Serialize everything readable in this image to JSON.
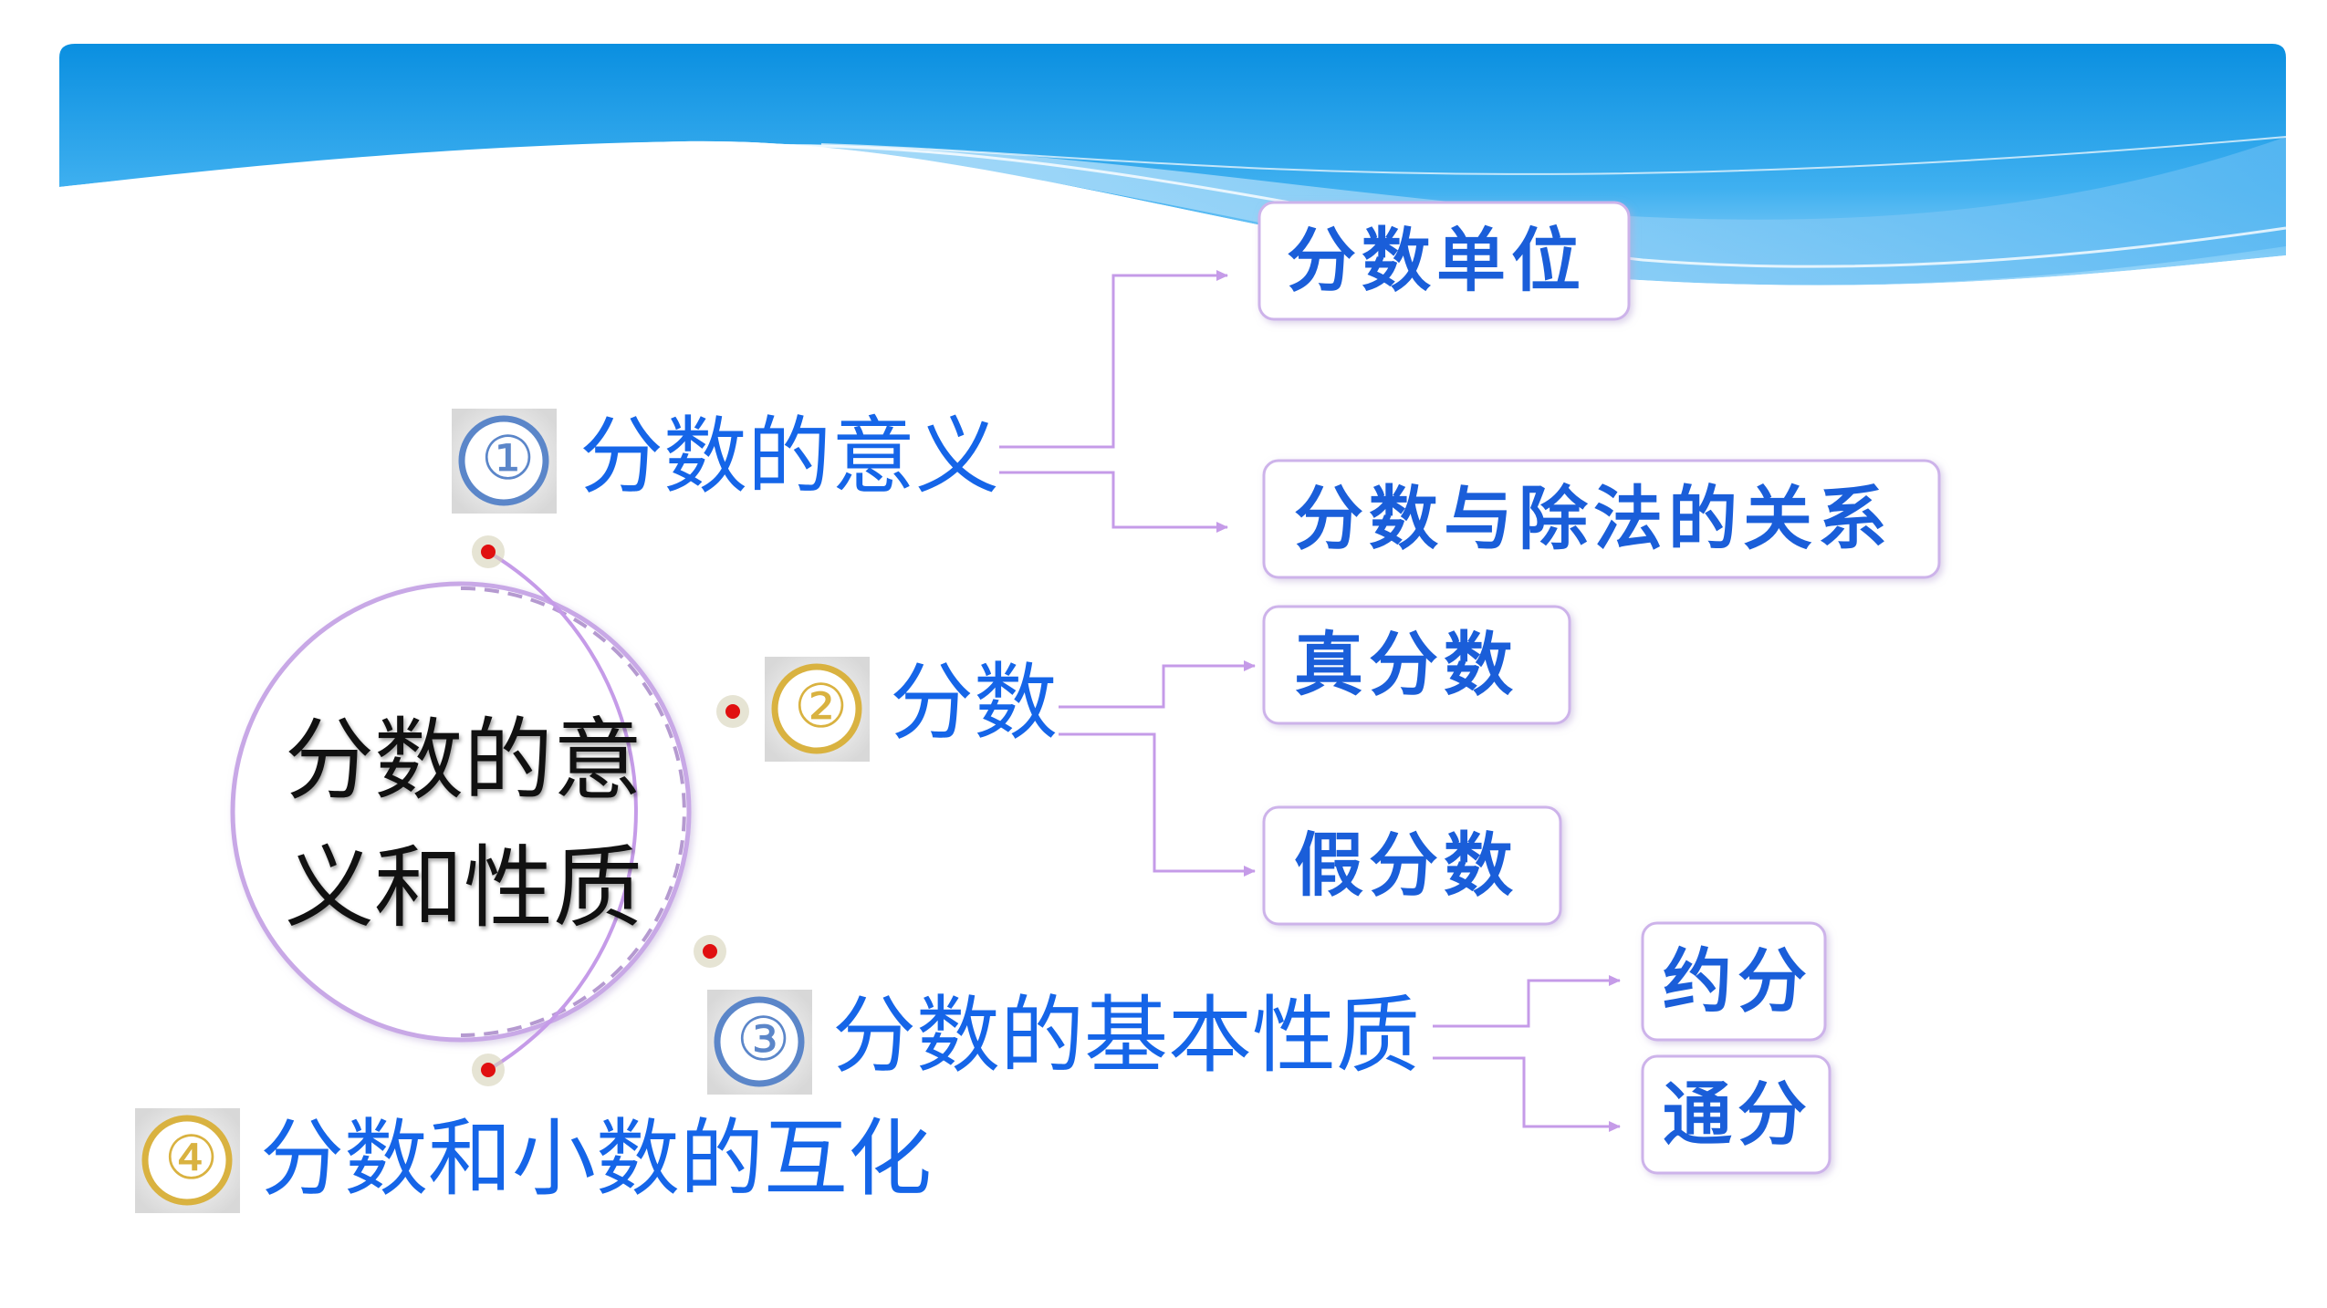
{
  "center": {
    "line1": "分数的意",
    "line2": "义和性质"
  },
  "branches": [
    {
      "number": "①",
      "title": "分数的意义",
      "badge_color": "#5b86c9",
      "children": [
        "分数单位",
        "分数与除法的关系"
      ]
    },
    {
      "number": "②",
      "title": "分数",
      "badge_color": "#d9b240",
      "children": [
        "真分数",
        "假分数"
      ]
    },
    {
      "number": "③",
      "title": "分数的基本性质",
      "badge_color": "#5b86c9",
      "children": [
        "约分",
        "通分"
      ]
    },
    {
      "number": "④",
      "title": "分数和小数的互化",
      "badge_color": "#d9b240",
      "children": []
    }
  ],
  "colors": {
    "header_blue": "#1a9ae6",
    "branch_text": "#1565e8",
    "connector": "#c59be8",
    "dot": "#e01010"
  }
}
